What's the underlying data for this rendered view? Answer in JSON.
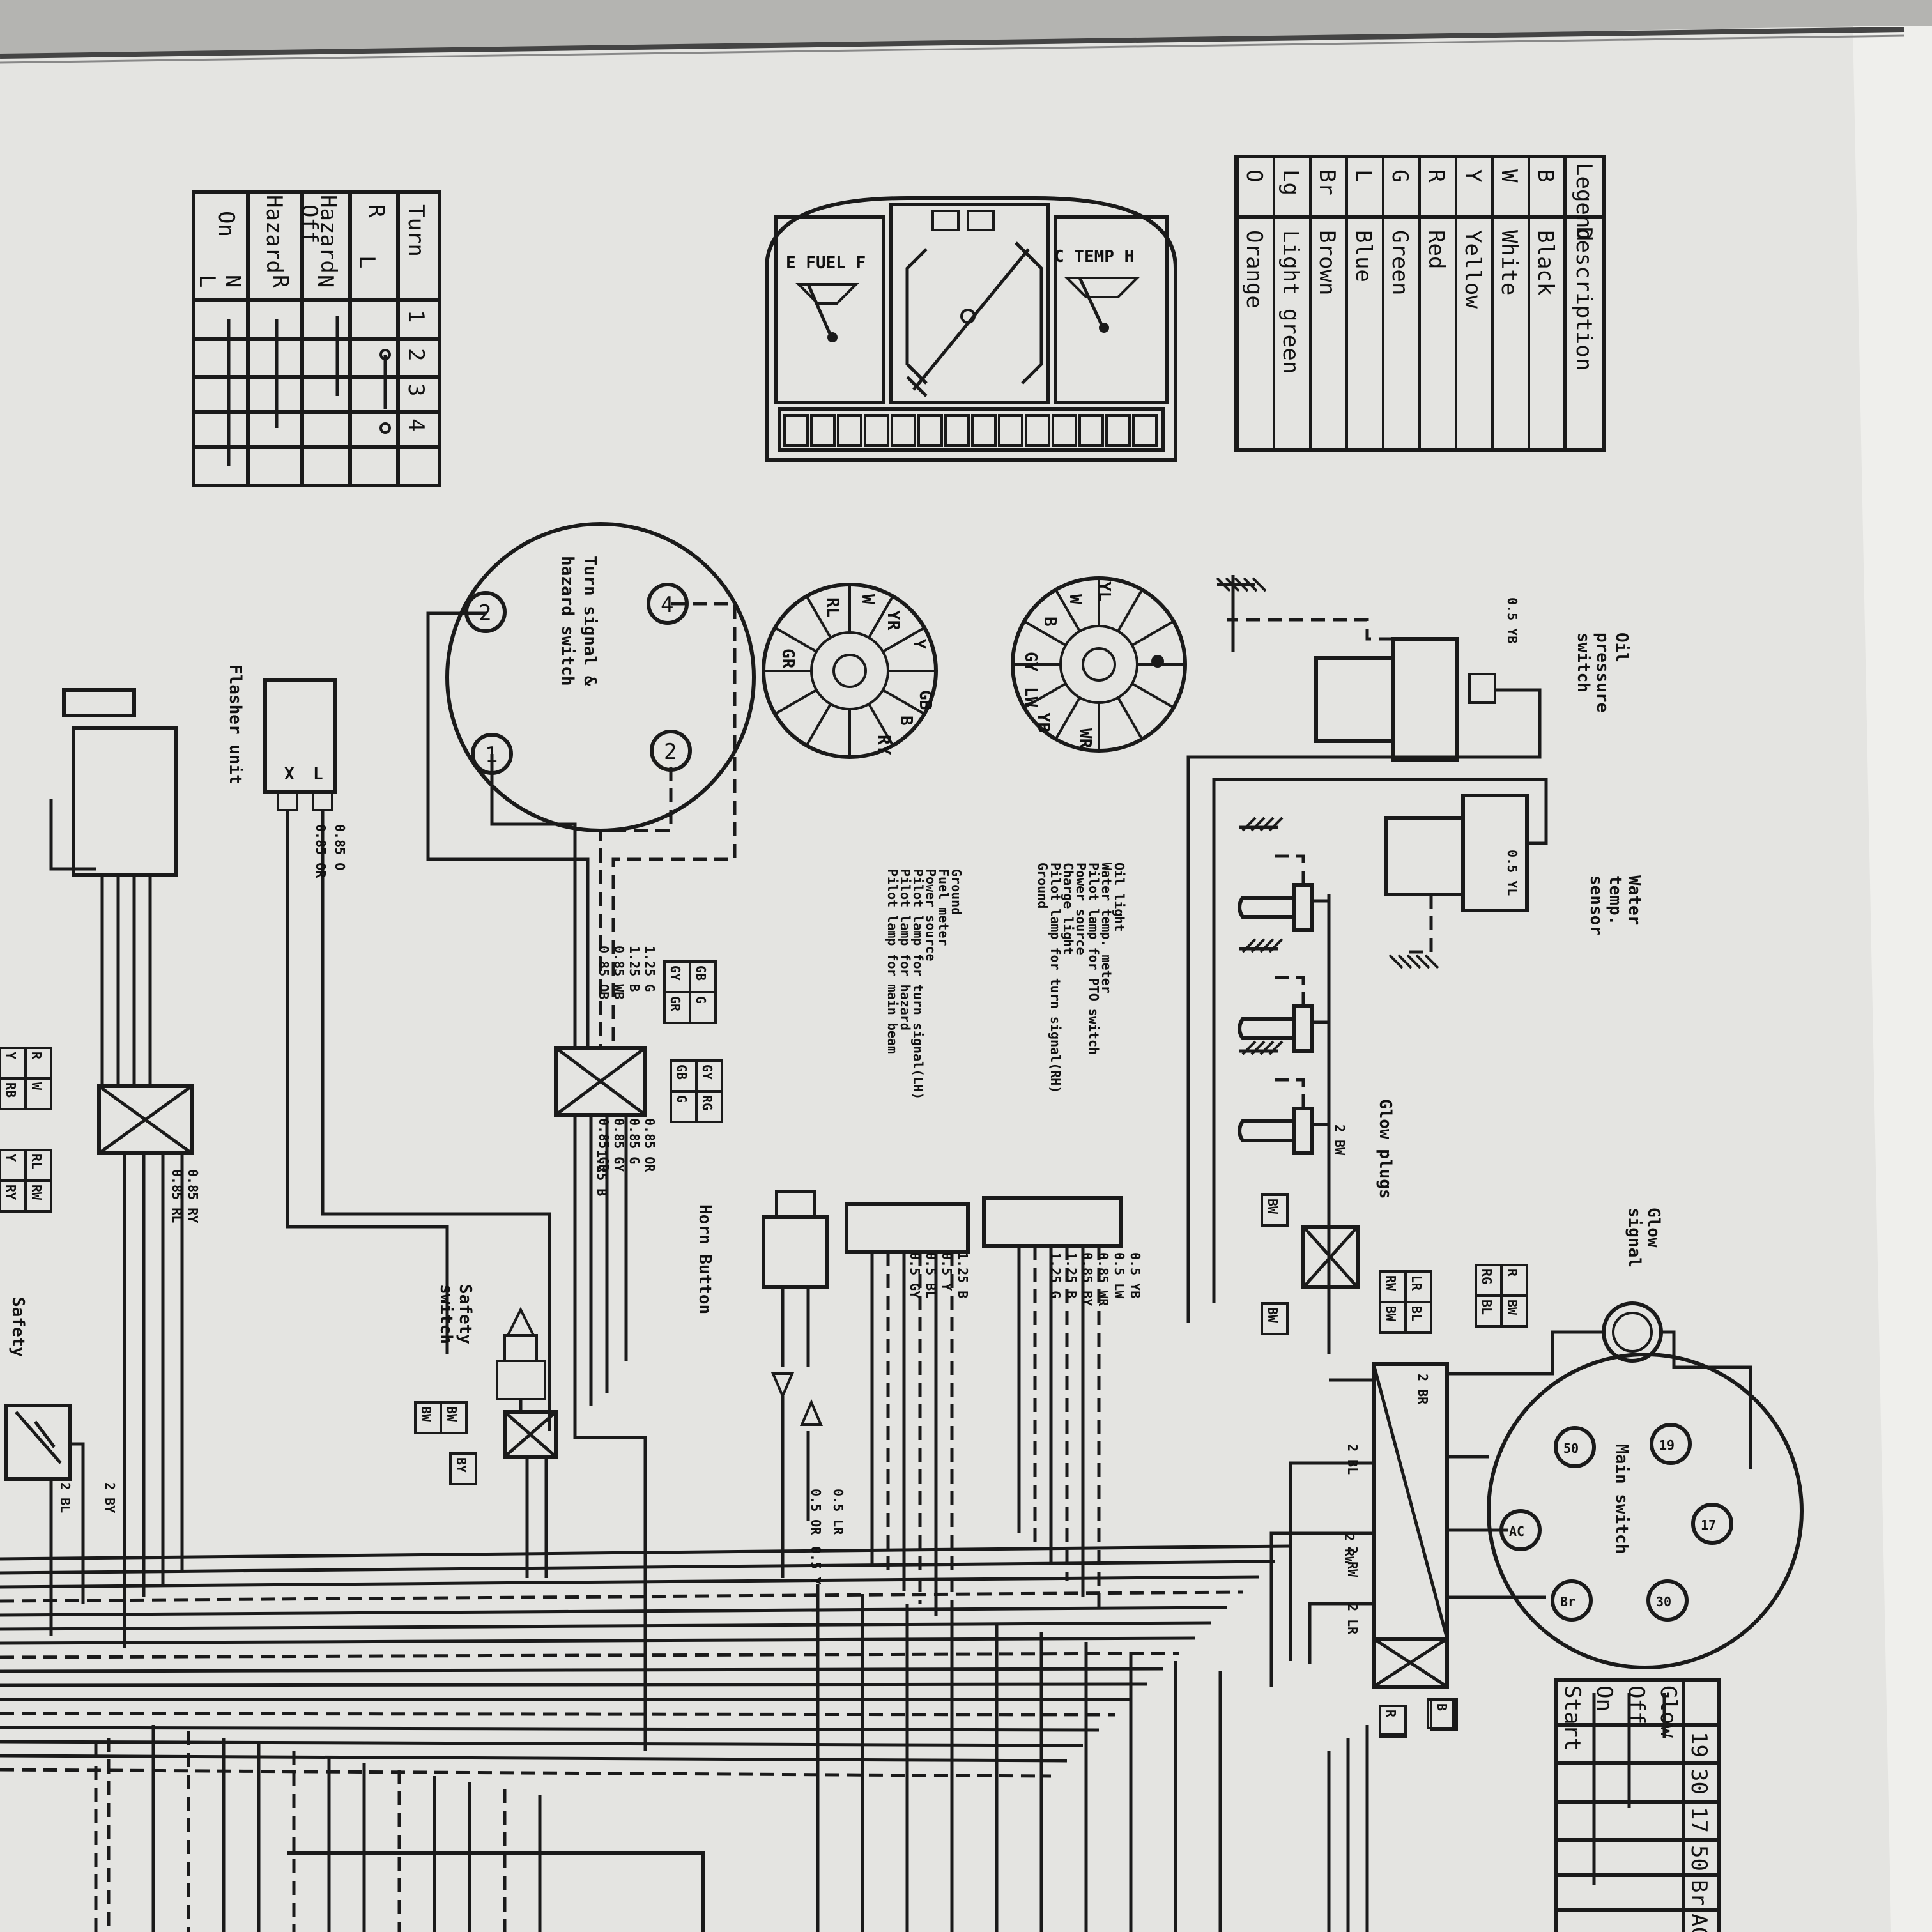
{
  "legend": {
    "header": [
      "Legend",
      "Description"
    ],
    "rows": [
      [
        "B",
        "Black"
      ],
      [
        "W",
        "White"
      ],
      [
        "Y",
        "Yellow"
      ],
      [
        "R",
        "Red"
      ],
      [
        "G",
        "Green"
      ],
      [
        "L",
        "Blue"
      ],
      [
        "Br",
        "Brown"
      ],
      [
        "Lg",
        "Light green"
      ],
      [
        "O",
        "Orange"
      ]
    ]
  },
  "turn_table": {
    "header": [
      "Turn",
      "1",
      "2",
      "3",
      "4"
    ],
    "rows": [
      "R",
      "L",
      "N",
      "R",
      "N",
      "L"
    ],
    "labels": [
      "Hazard",
      "Off",
      "Hazard",
      "On"
    ]
  },
  "main_table": {
    "header": [
      "19",
      "30",
      "17",
      "50",
      "Br",
      "AC"
    ],
    "rows": [
      "Glow",
      "Off",
      "On",
      "Start"
    ]
  },
  "gauges": {
    "fuel": "E FUEL F",
    "temp": "C TEMP H"
  },
  "components": {
    "turn_switch": [
      "Turn signal &",
      "hazard switch"
    ],
    "flasher": "Flasher unit",
    "oil": [
      "Oil",
      "pressure",
      "switch"
    ],
    "water": [
      "Water",
      "temp.",
      "sensor"
    ],
    "glow_plugs": "Glow plugs",
    "glow_signal": [
      "Glow",
      "signal"
    ],
    "main_switch": [
      "Main switch"
    ],
    "horn": "Horn Button",
    "safety_switch": [
      "Safety",
      "switch"
    ],
    "safety2": "Safety"
  },
  "terminals": {
    "turn": [
      "4",
      "2",
      "2",
      "1"
    ],
    "main": [
      "19",
      "17",
      "50",
      "AC",
      "30",
      "Br"
    ],
    "flasher": [
      "L",
      "X"
    ]
  },
  "pins": {
    "dash1": [
      "Oil light",
      "Water temp. meter",
      "Pilot lamp for PTO switch",
      "Power source",
      "Charge light",
      "Pilot lamp for turn signal(RH)",
      "Ground"
    ],
    "dash2": [
      "Ground",
      "Fuel meter",
      "Power source",
      "Pilot lamp for turn signal(LH)",
      "Pilot lamp for hazard",
      "Pilot lamp for main beam"
    ]
  },
  "wire_labels": [
    "0.5 YB",
    "0.5 YL",
    "2 BW",
    "2 BR",
    "2 BL",
    "2 RW",
    "2 LR",
    "2 RW",
    "0.85 O",
    "0.85 OR",
    "1.25 B",
    "0.5 LR",
    "0.5 OR",
    "0.5 Y",
    "2 BY",
    "2 BL",
    "0.5 YB",
    "0.5 LW",
    "0.85 WR",
    "0.85 BY",
    "1.25 B",
    "1.25 G",
    "1.25 B",
    "0.5 Y",
    "0.5 BL",
    "0.5 GY",
    "0.85 RY",
    "0.85 RL"
  ],
  "connector_tags": {
    "c1": [
      "GY",
      "GB",
      "GR",
      "G"
    ],
    "c2": [
      "GB",
      "GY",
      "G",
      "RG"
    ],
    "c3": [
      "RG",
      "R",
      "BL",
      "BW"
    ],
    "c4": [
      "RW",
      "LR",
      "BW",
      "BL"
    ],
    "c5": [
      "BW"
    ],
    "c6": [
      "BW"
    ],
    "c7": [
      "BW",
      "BW",
      "BY"
    ],
    "c8": [
      "R"
    ],
    "c9": [
      "B"
    ],
    "c10": [
      "Y",
      "R",
      "RB",
      "W"
    ],
    "c11": [
      "Y",
      "RL",
      "RY",
      "RW"
    ]
  },
  "ignition_labels": [
    "W",
    "YR",
    "Y",
    "RL",
    "GR",
    "GB",
    "B",
    "RY",
    "YL",
    "W",
    "B",
    "GY",
    "LW",
    "YB",
    "WR"
  ]
}
